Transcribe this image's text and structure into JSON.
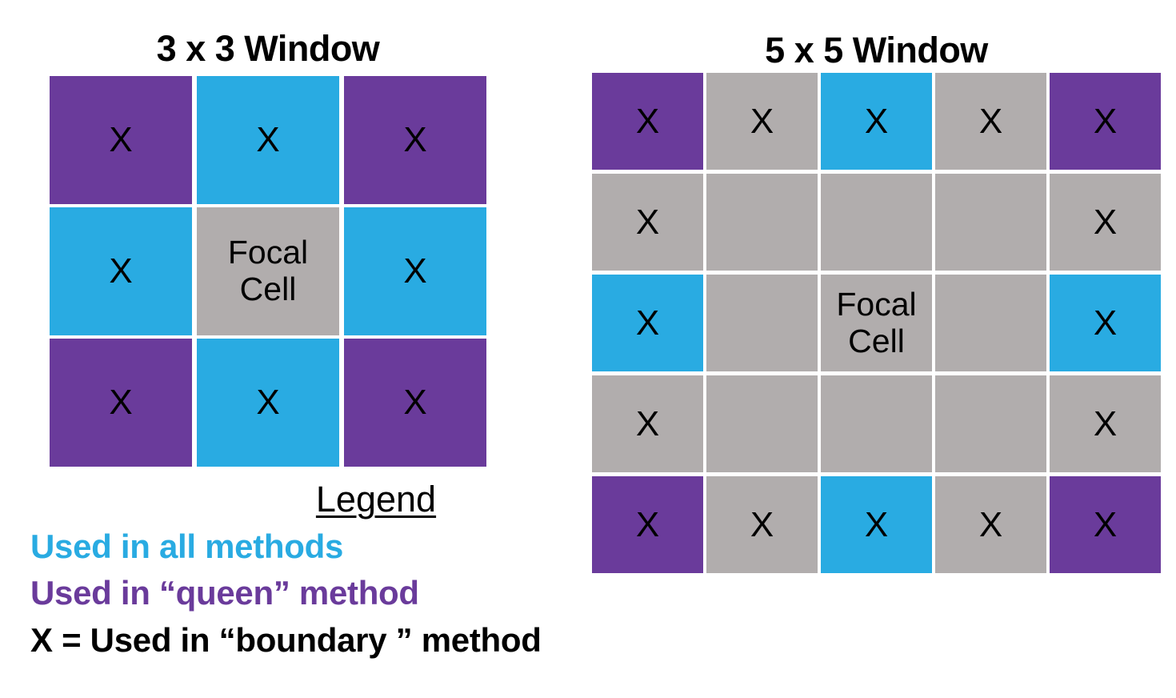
{
  "colors": {
    "all_methods_blue": "#29ABE2",
    "queen_purple": "#6A3B9B",
    "neutral_gray": "#B1ADAD",
    "text_black": "#000000",
    "background": "#FFFFFF"
  },
  "x_marker": "X",
  "focal_cell_label": "Focal Cell",
  "windows": [
    {
      "title": "3 x 3 Window",
      "grid_size": "3 x 3",
      "rows": [
        [
          {
            "color": "purple",
            "mark": "X"
          },
          {
            "color": "blue",
            "mark": "X"
          },
          {
            "color": "purple",
            "mark": "X"
          }
        ],
        [
          {
            "color": "blue",
            "mark": "X"
          },
          {
            "color": "gray",
            "label": "Focal Cell"
          },
          {
            "color": "blue",
            "mark": "X"
          }
        ],
        [
          {
            "color": "purple",
            "mark": "X"
          },
          {
            "color": "blue",
            "mark": "X"
          },
          {
            "color": "purple",
            "mark": "X"
          }
        ]
      ]
    },
    {
      "title": "5 x 5 Window",
      "grid_size": "5 x 5",
      "rows": [
        [
          {
            "color": "purple",
            "mark": "X"
          },
          {
            "color": "gray",
            "mark": "X"
          },
          {
            "color": "blue",
            "mark": "X"
          },
          {
            "color": "gray",
            "mark": "X"
          },
          {
            "color": "purple",
            "mark": "X"
          }
        ],
        [
          {
            "color": "gray",
            "mark": "X"
          },
          {
            "color": "gray"
          },
          {
            "color": "gray"
          },
          {
            "color": "gray"
          },
          {
            "color": "gray",
            "mark": "X"
          }
        ],
        [
          {
            "color": "blue",
            "mark": "X"
          },
          {
            "color": "gray"
          },
          {
            "color": "gray",
            "label": "Focal Cell"
          },
          {
            "color": "gray"
          },
          {
            "color": "blue",
            "mark": "X"
          }
        ],
        [
          {
            "color": "gray",
            "mark": "X"
          },
          {
            "color": "gray"
          },
          {
            "color": "gray"
          },
          {
            "color": "gray"
          },
          {
            "color": "gray",
            "mark": "X"
          }
        ],
        [
          {
            "color": "purple",
            "mark": "X"
          },
          {
            "color": "gray",
            "mark": "X"
          },
          {
            "color": "blue",
            "mark": "X"
          },
          {
            "color": "gray",
            "mark": "X"
          },
          {
            "color": "purple",
            "mark": "X"
          }
        ]
      ]
    }
  ],
  "legend": {
    "title": "Legend",
    "entries": [
      {
        "label": "Used in all methods",
        "color_key": "all_methods_blue"
      },
      {
        "label": "Used in “queen” method",
        "color_key": "queen_purple"
      },
      {
        "label": "X = Used in “boundary ” method",
        "color_key": "text_black"
      }
    ]
  }
}
